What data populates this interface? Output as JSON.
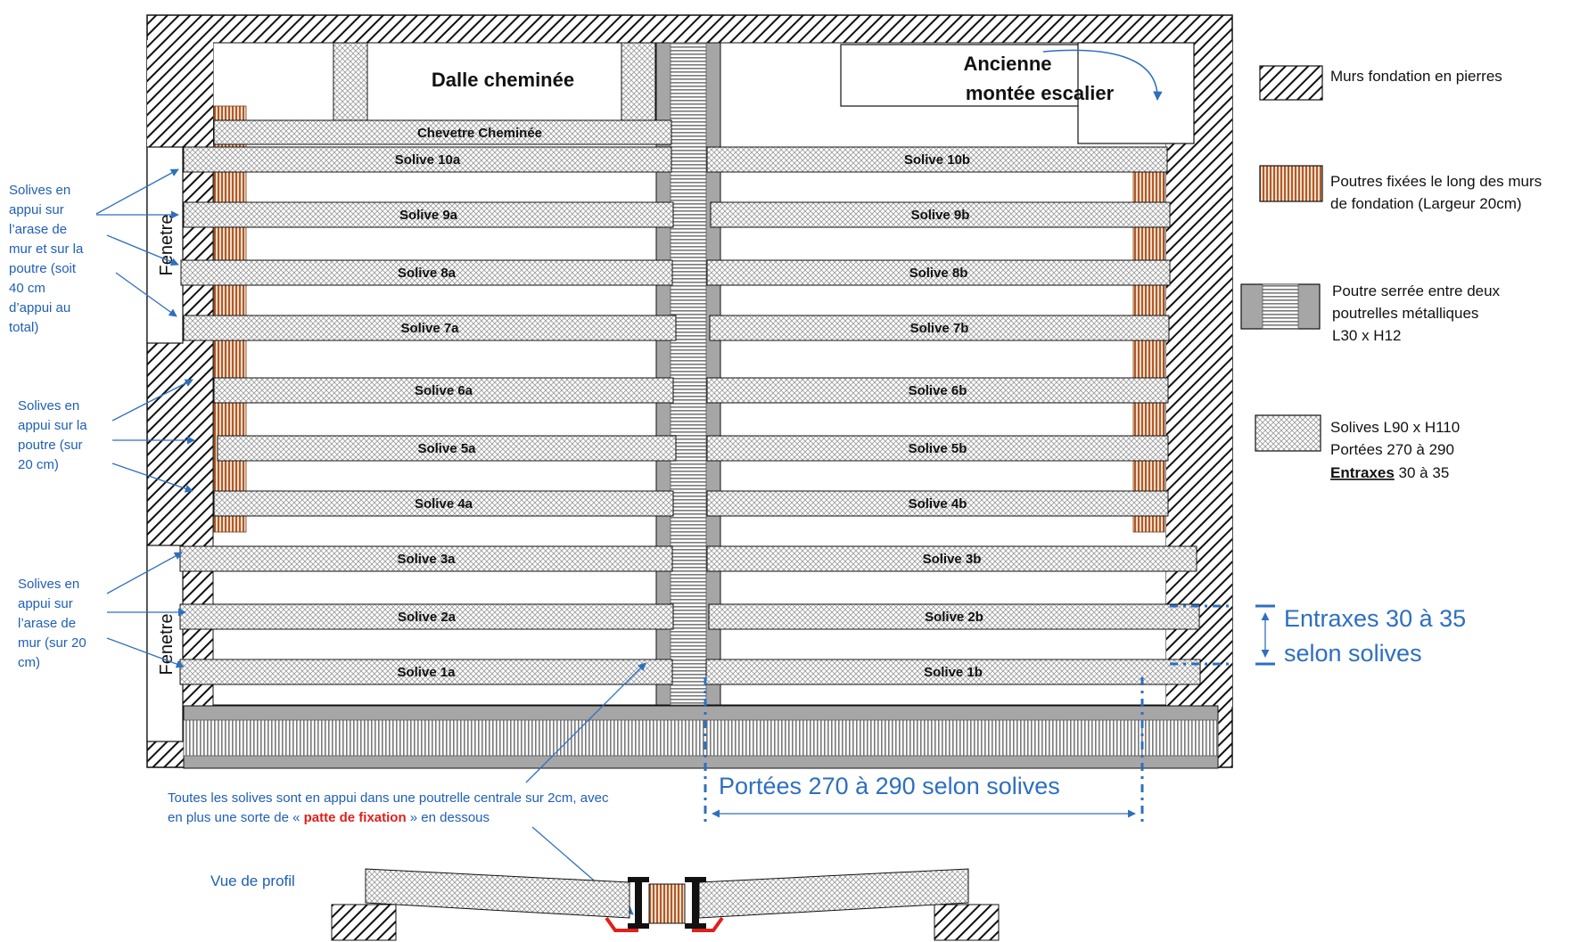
{
  "labels": {
    "dalle_cheminee": "Dalle cheminée",
    "ancienne_line1": "Ancienne",
    "ancienne_line2": "montée escalier",
    "chevetre": "Chevetre Cheminée",
    "fenetre_top": "Fenetre",
    "fenetre_bottom": "Fenetre",
    "vue_de_profil": "Vue de profil"
  },
  "joists": [
    {
      "a": "Solive 10a",
      "b": "Solive 10b"
    },
    {
      "a": "Solive 9a",
      "b": "Solive 9b"
    },
    {
      "a": "Solive 8a",
      "b": "Solive 8b"
    },
    {
      "a": "Solive 7a",
      "b": "Solive 7b"
    },
    {
      "a": "Solive 6a",
      "b": "Solive 6b"
    },
    {
      "a": "Solive 5a",
      "b": "Solive 5b"
    },
    {
      "a": "Solive 4a",
      "b": "Solive 4b"
    },
    {
      "a": "Solive 3a",
      "b": "Solive 3b"
    },
    {
      "a": "Solive 2a",
      "b": "Solive 2b"
    },
    {
      "a": "Solive 1a",
      "b": "Solive 1b"
    }
  ],
  "legend": {
    "murs": "Murs fondation en pierres",
    "poutres_line1": "Poutres fixées le long des murs",
    "poutres_line2": "de fondation (Largeur 20cm)",
    "serree_line1": "Poutre serrée entre deux",
    "serree_line2": "poutrelles métalliques",
    "serree_line3": "L30 x H12",
    "solives_line1": "Solives L90 x H110",
    "solives_line2": "Portées 270 à 290",
    "solives_entraxes_word": "Entraxes",
    "solives_entraxes_rest": " 30 à 35"
  },
  "annotations": {
    "group1": [
      "Solives en",
      "appui sur",
      "l’arase de",
      "mur et sur la",
      "poutre (soit",
      "40 cm",
      "d’appui au",
      "total)"
    ],
    "group2": [
      "Solives en",
      "appui sur la",
      "poutre (sur",
      "20 cm)"
    ],
    "group3": [
      "Solives en",
      "appui sur",
      "l’arase de",
      "mur (sur 20",
      "cm)"
    ],
    "entraxes_line1": "Entraxes 30 à 35",
    "entraxes_line2": "selon solives",
    "portees": "Portées 270 à 290 selon solives",
    "note_line1": "Toutes les solives sont en appui dans une poutrelle centrale sur 2cm, avec",
    "note_line2_before": "en plus une sorte de « ",
    "note_line2_red": "patte de fixation",
    "note_line2_after": " » en dessous"
  },
  "colors": {
    "annotation_blue": "#2e6fbf",
    "bracket_red": "#e0201b",
    "timber_brown": "#b05a2a",
    "steel_grey": "#a6a6a6"
  }
}
